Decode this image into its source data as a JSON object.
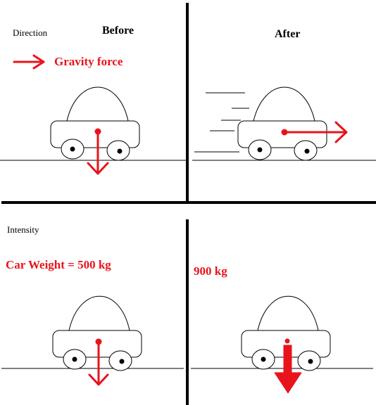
{
  "labels": {
    "direction": "Direction",
    "before": "Before",
    "after": "After",
    "legend_text": "Gravity force",
    "intensity": "Intensity",
    "car_weight": "Car Weight = 500 kg",
    "heavy_weight": "900 kg"
  },
  "colors": {
    "force": "#e8141c",
    "ink": "#000000",
    "background": "#ffffff"
  }
}
